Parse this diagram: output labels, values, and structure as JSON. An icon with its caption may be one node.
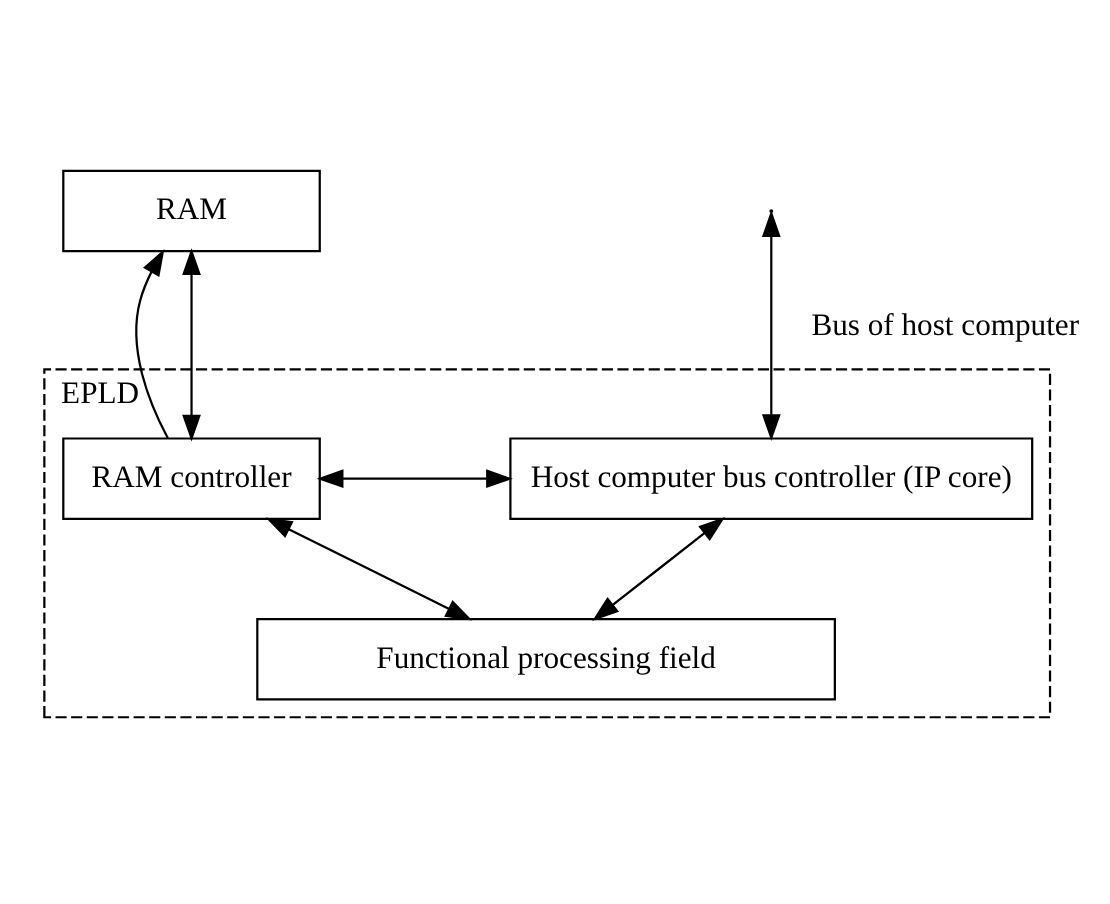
{
  "diagram": {
    "nodes": [
      {
        "text": [
          "EPLD"
        ]
      },
      {
        "text": [
          "RAM"
        ]
      },
      {
        "text": [
          "Host computer bus controller (IP core)"
        ],
        "in": 0
      },
      {
        "text": [
          "RAM controller"
        ],
        "in": 0
      },
      {
        "text": [
          "Functional processing field"
        ],
        "in": 0
      }
    ],
    "edges": [
      {
        "from": null,
        "to": 2,
        "arrow": "both",
        "label": "Bus of host computer"
      },
      {
        "from": 2,
        "to": 3,
        "arrow": "both"
      },
      {
        "from": 3,
        "to": 1,
        "arrow": "to"
      },
      {
        "from": 1,
        "to": 3,
        "arrow": "both"
      },
      {
        "from": 2,
        "to": 4,
        "arrow": "both"
      },
      {
        "from": 3,
        "to": 4,
        "arrow": "both"
      }
    ]
  }
}
